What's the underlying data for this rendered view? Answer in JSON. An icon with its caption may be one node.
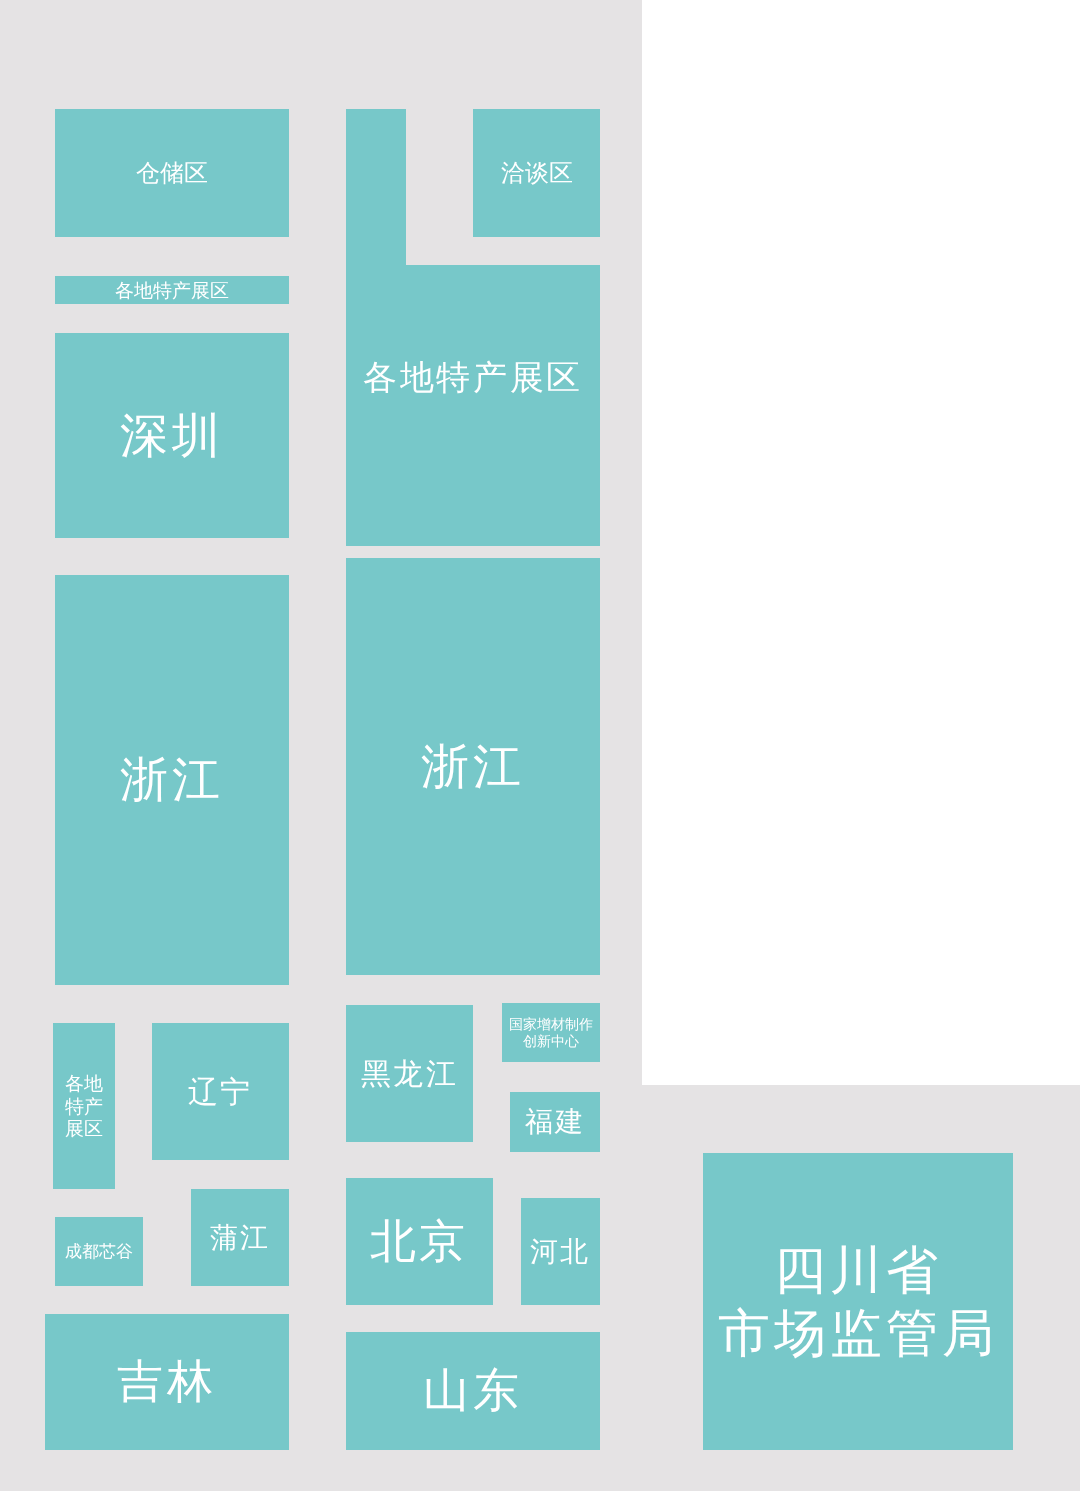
{
  "diagram": {
    "nodes": [
      {
        "text": [
          "仓储区"
        ]
      },
      {
        "text": [
          "洽谈区"
        ]
      },
      {
        "text": [
          "各地特产展区"
        ]
      },
      {
        "text": [
          "各地特产展区"
        ]
      },
      {
        "text": [
          "深圳"
        ]
      },
      {
        "text": [
          "浙江"
        ]
      },
      {
        "text": [
          "浙江"
        ]
      },
      {
        "text": [
          "各地特产展区"
        ]
      },
      {
        "text": [
          "辽宁"
        ]
      },
      {
        "text": [
          "黑龙江"
        ]
      },
      {
        "text": [
          "国家增材制作创新中心"
        ]
      },
      {
        "text": [
          "福建"
        ]
      },
      {
        "text": [
          "成都芯谷"
        ]
      },
      {
        "text": [
          "蒲江"
        ]
      },
      {
        "text": [
          "北京"
        ]
      },
      {
        "text": [
          "河北"
        ]
      },
      {
        "text": [
          "吉林"
        ]
      },
      {
        "text": [
          "山东"
        ]
      },
      {
        "text": [
          "四川省市场监管局"
        ]
      }
    ]
  }
}
